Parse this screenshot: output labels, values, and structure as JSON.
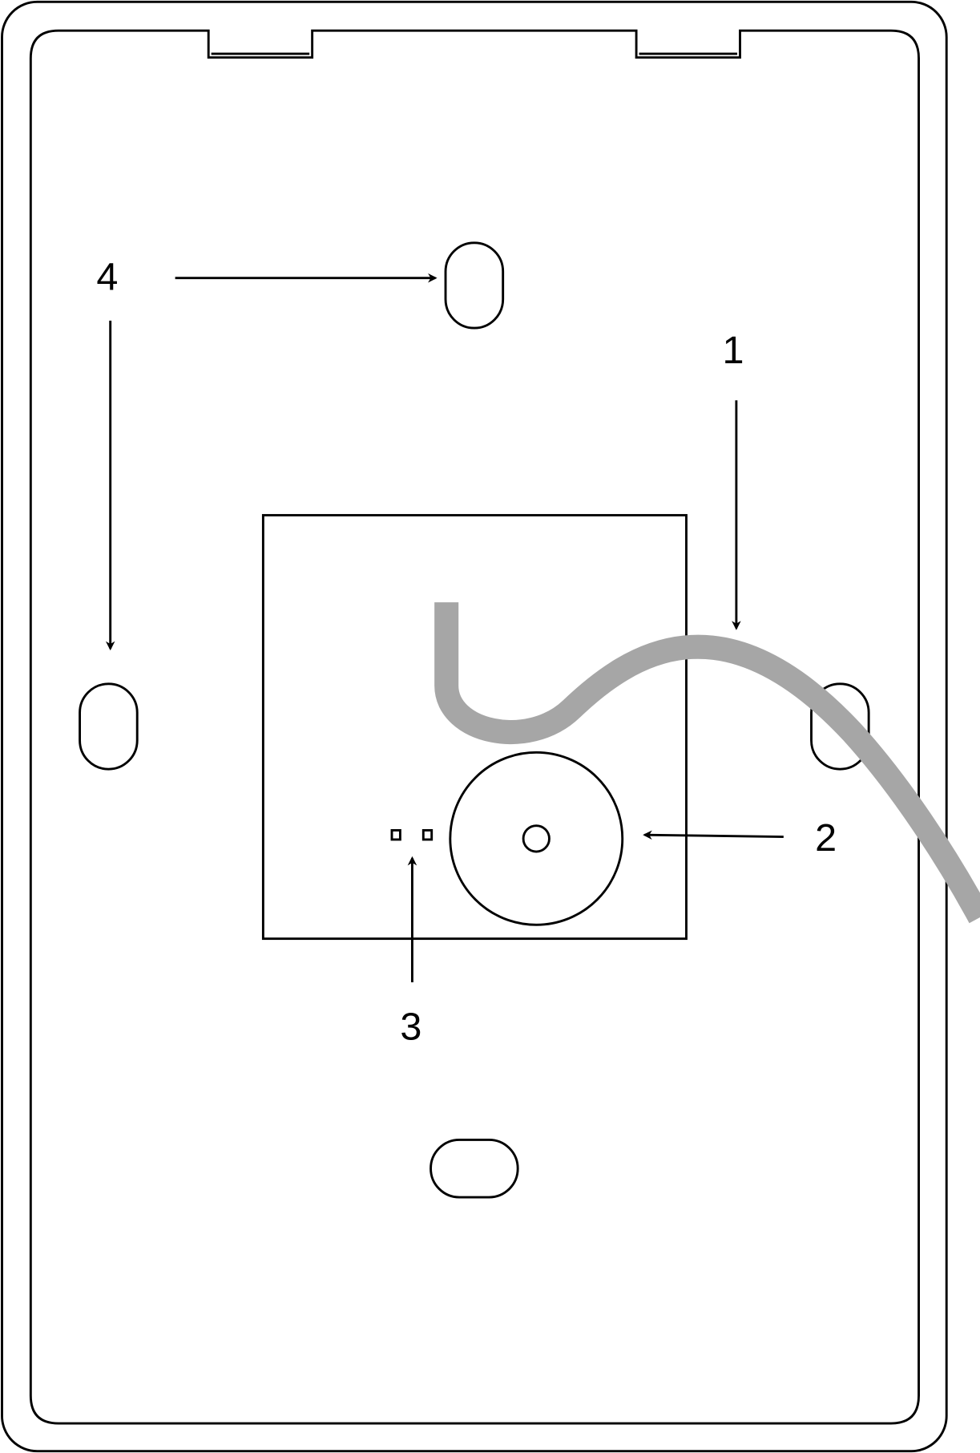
{
  "labels": {
    "one": "1",
    "two": "2",
    "three": "3",
    "four": "4"
  },
  "colors": {
    "cable": "#a6a6a6",
    "outline": "#000000"
  }
}
